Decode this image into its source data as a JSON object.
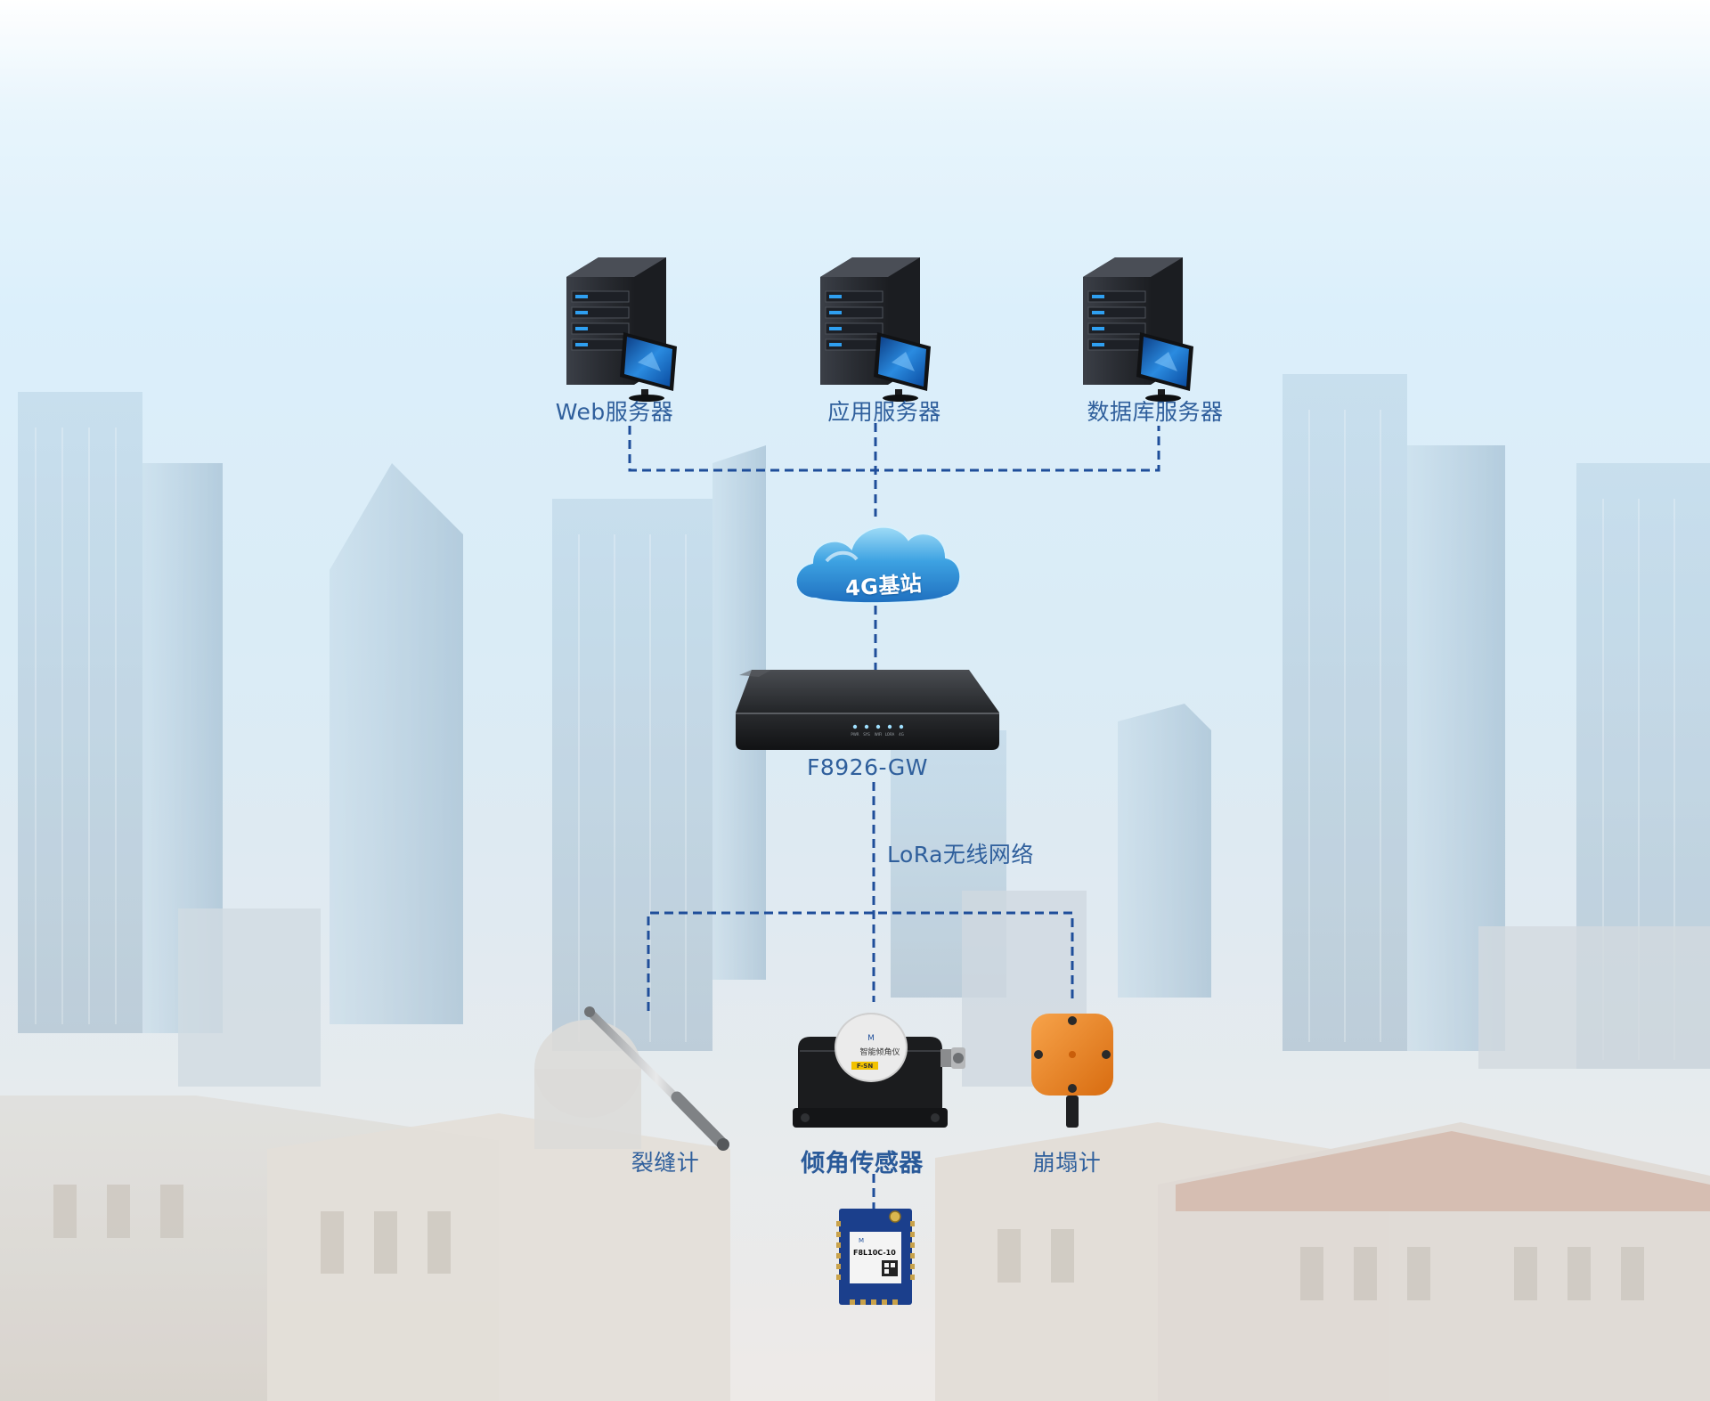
{
  "servers": [
    {
      "label": "Web服务器"
    },
    {
      "label": "应用服务器"
    },
    {
      "label": "数据库服务器"
    }
  ],
  "cloud": {
    "label": "4G基站"
  },
  "gateway": {
    "label": "F8926-GW",
    "leds": [
      "PWR",
      "SYS",
      "WIFI",
      "LORA",
      "4G"
    ]
  },
  "network": {
    "label": "LoRa无线网络"
  },
  "sensors": [
    {
      "label": "裂缝计"
    },
    {
      "label": "倾角传感器",
      "face_text": "智能倾角仪",
      "badge": "F-SN"
    },
    {
      "label": "崩塌计"
    }
  ],
  "module": {
    "label": "F8L10C-10"
  },
  "colors": {
    "line": "#1f4e9a",
    "label": "#2f5f9c",
    "cloud": "#2e8fd6",
    "orange": "#e8841e"
  }
}
